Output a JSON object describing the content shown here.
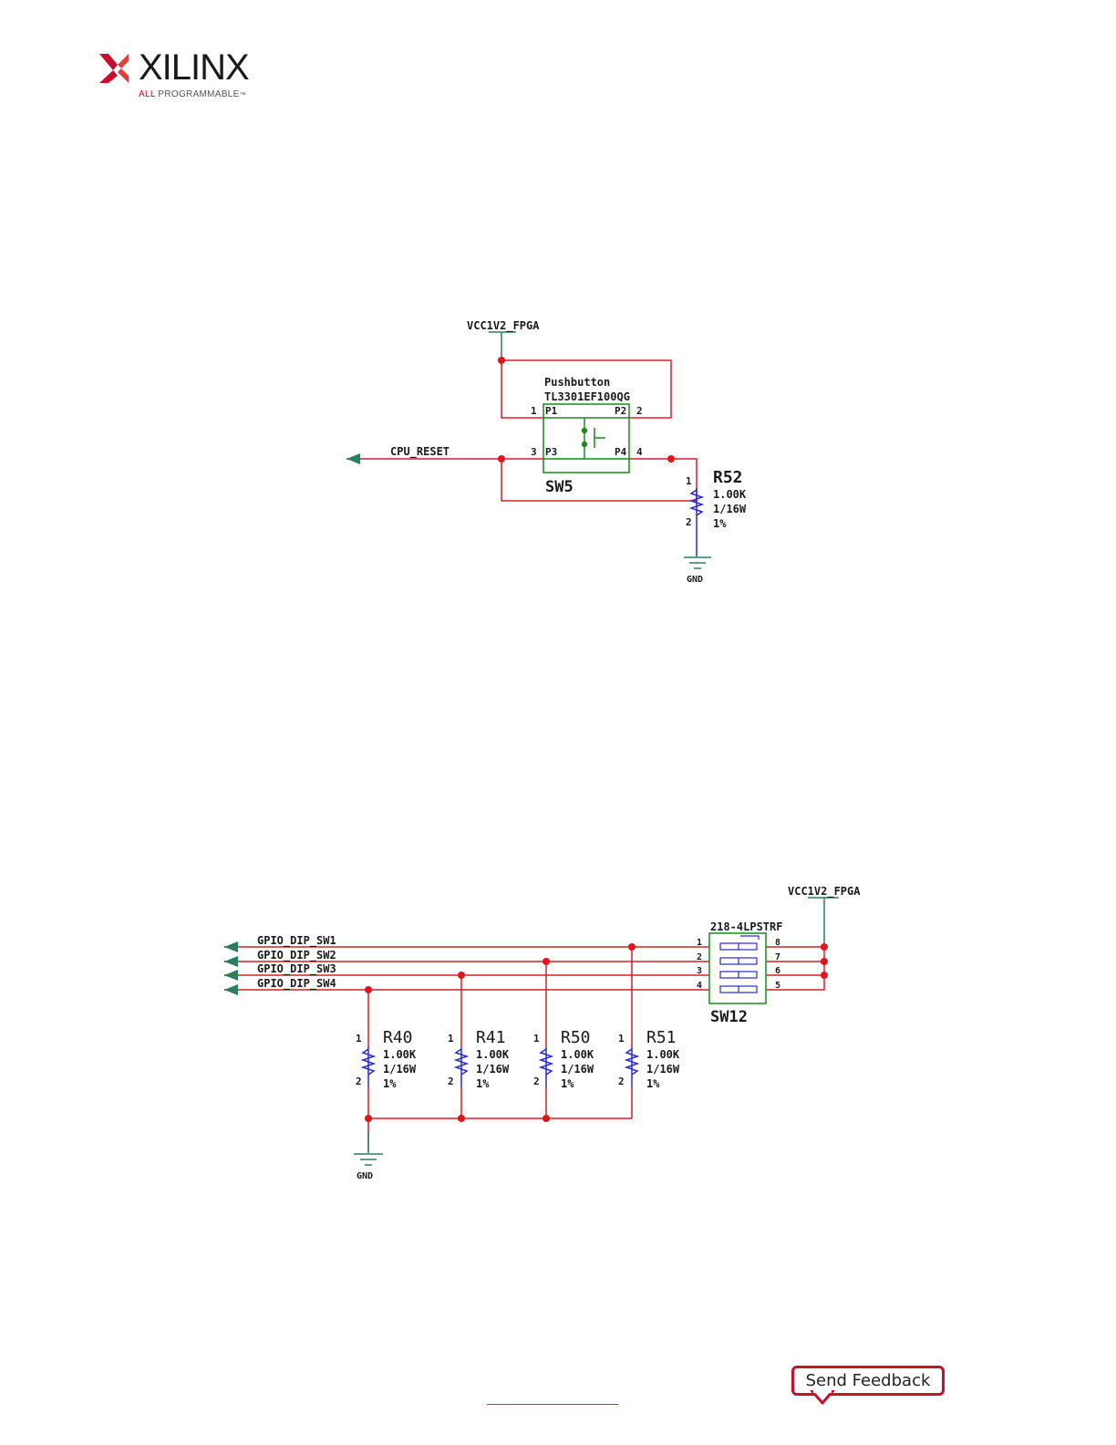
{
  "header": {
    "logo_text": "XILINX",
    "tagline_prefix": "ALL",
    "tagline_rest": " PROGRAMMABLE",
    "tagline_tm": "™"
  },
  "colors": {
    "wire": "#d81e2a",
    "junction": "#e0141b",
    "component": "#1a8a1a",
    "resistor": "#2a2ad0",
    "power": "#2e7d5e",
    "text": "#1a1a1a",
    "brand": "#c8102e"
  },
  "schematic_top": {
    "power_net": "VCC1V2_FPGA",
    "switch": {
      "description_line1": "Pushbutton",
      "description_line2": "TL3301EF100QG",
      "refdes": "SW5",
      "pin_labels": [
        "P1",
        "P2",
        "P3",
        "P4"
      ],
      "pin_numbers": [
        "1",
        "2",
        "3",
        "4"
      ]
    },
    "output_net": "CPU_RESET",
    "resistor": {
      "refdes": "R52",
      "value": "1.00K",
      "power": "1/16W",
      "tolerance": "1%",
      "pin1": "1",
      "pin2": "2"
    },
    "ground": "GND"
  },
  "schematic_bottom": {
    "power_net": "VCC1V2_FPGA",
    "dip_switch": {
      "part_number": "218-4LPSTRF",
      "refdes": "SW12",
      "left_pins": [
        "1",
        "2",
        "3",
        "4"
      ],
      "right_pins": [
        "8",
        "7",
        "6",
        "5"
      ]
    },
    "nets": [
      "GPIO_DIP_SW1",
      "GPIO_DIP_SW2",
      "GPIO_DIP_SW3",
      "GPIO_DIP_SW4"
    ],
    "resistors": [
      {
        "refdes": "R40",
        "value": "1.00K",
        "power": "1/16W",
        "tolerance": "1%",
        "pin1": "1",
        "pin2": "2"
      },
      {
        "refdes": "R41",
        "value": "1.00K",
        "power": "1/16W",
        "tolerance": "1%",
        "pin1": "1",
        "pin2": "2"
      },
      {
        "refdes": "R50",
        "value": "1.00K",
        "power": "1/16W",
        "tolerance": "1%",
        "pin1": "1",
        "pin2": "2"
      },
      {
        "refdes": "R51",
        "value": "1.00K",
        "power": "1/16W",
        "tolerance": "1%",
        "pin1": "1",
        "pin2": "2"
      }
    ],
    "ground": "GND"
  },
  "footer": {
    "feedback_label": "Send Feedback"
  }
}
